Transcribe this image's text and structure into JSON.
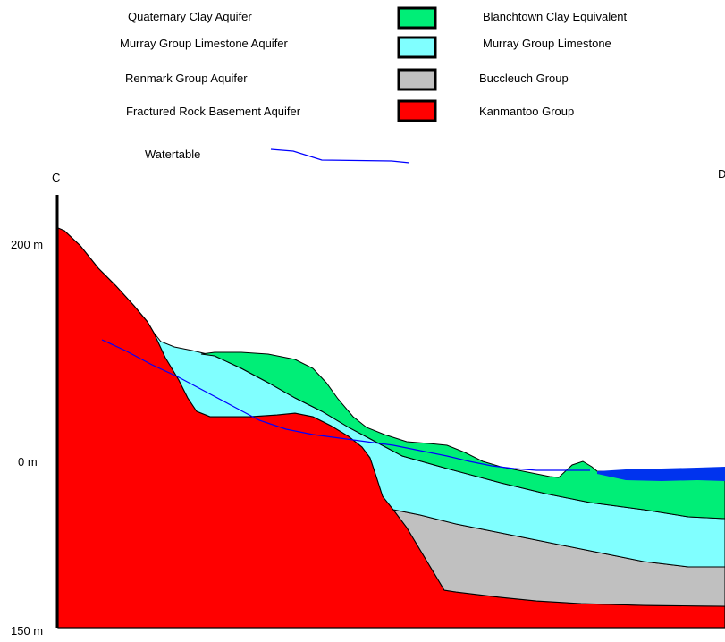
{
  "legend": {
    "rows": [
      {
        "aquifer": "Quaternary Clay Aquifer",
        "unit": "Blanchtown Clay Equivalent",
        "swatch": "#00ee77"
      },
      {
        "aquifer": "Murray Group Limestone Aquifer",
        "unit": "Murray Group Limestone",
        "swatch": "#80ffff"
      },
      {
        "aquifer": "Renmark Group Aquifer",
        "unit": "Buccleuch Group",
        "swatch": "#c0c0c0"
      },
      {
        "aquifer": "Fractured Rock Basement Aquifer",
        "unit": "Kanmantoo Group",
        "swatch": "#ff0000"
      }
    ],
    "watertable": {
      "label": "Watertable",
      "color": "#0000ff"
    }
  },
  "section": {
    "start_label": "C",
    "end_label": "D",
    "elevation_labels": [
      "200 m",
      "0 m",
      "150 m"
    ]
  },
  "colors": {
    "kanmantoo": "#ff0000",
    "buccleuch": "#c0c0c0",
    "murray": "#80ffff",
    "blanchtown": "#00ee77",
    "water": "#0033ee",
    "watertable": "#0000ff",
    "outline": "#000000"
  }
}
